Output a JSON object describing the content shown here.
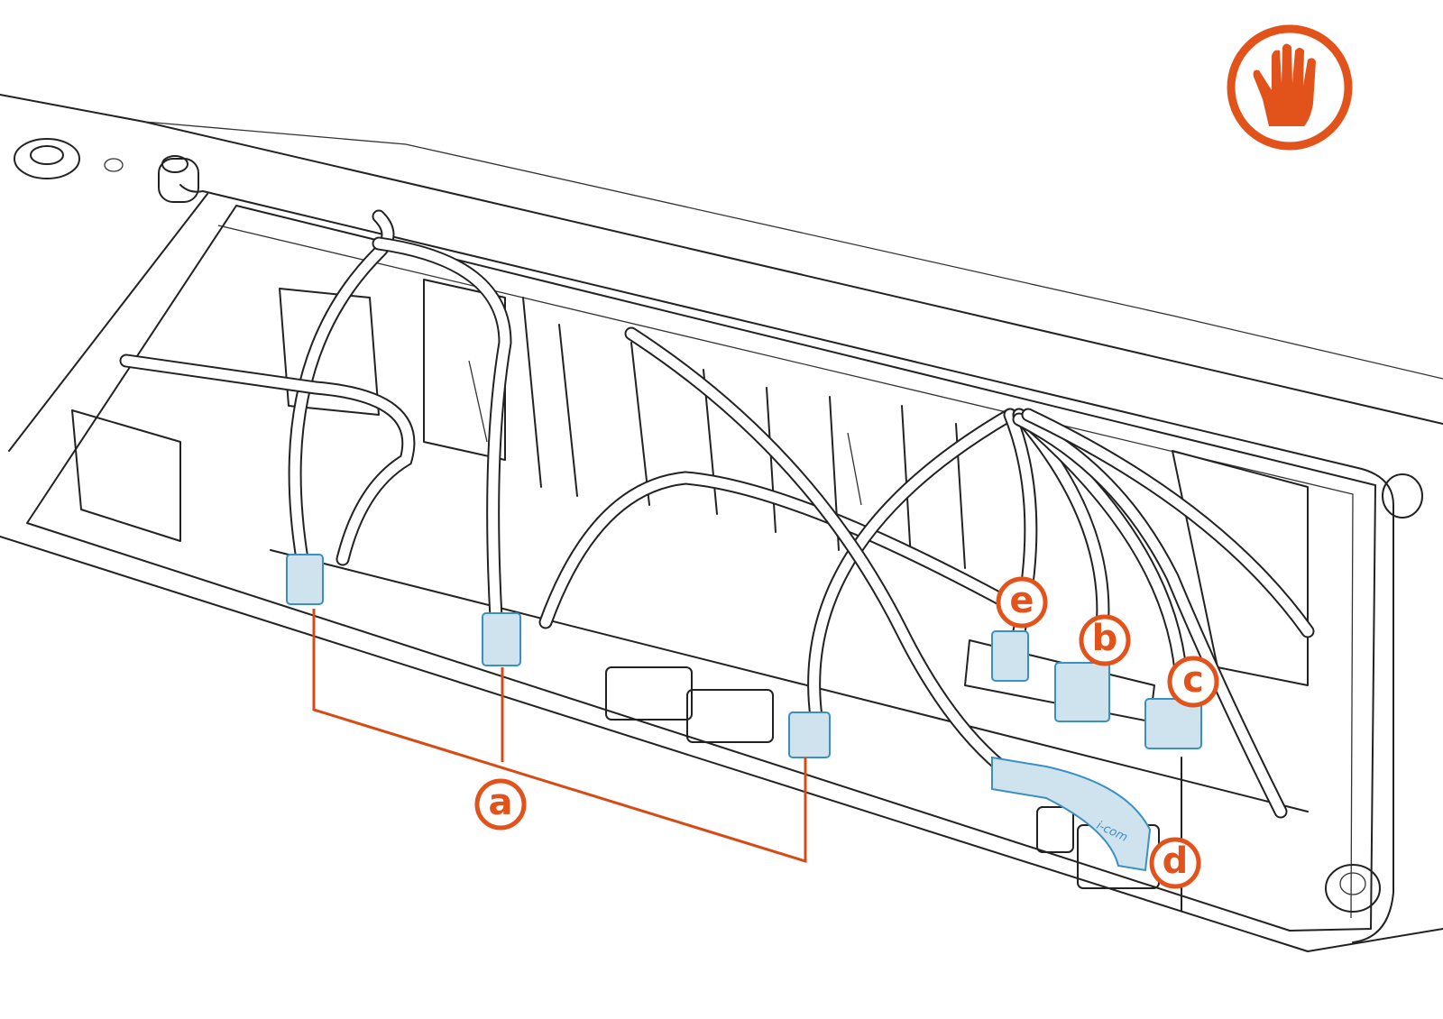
{
  "figure": {
    "warning_icon": "hand-stop-icon",
    "callouts": [
      {
        "id": "a",
        "label": "a"
      },
      {
        "id": "b",
        "label": "b"
      },
      {
        "id": "c",
        "label": "c"
      },
      {
        "id": "d",
        "label": "d"
      },
      {
        "id": "e",
        "label": "e"
      }
    ],
    "connector_logo": "i-com",
    "colors": {
      "callout": "#e2531b",
      "connector_fill": "#cfe3ee",
      "connector_stroke": "#3a8fc4"
    }
  }
}
